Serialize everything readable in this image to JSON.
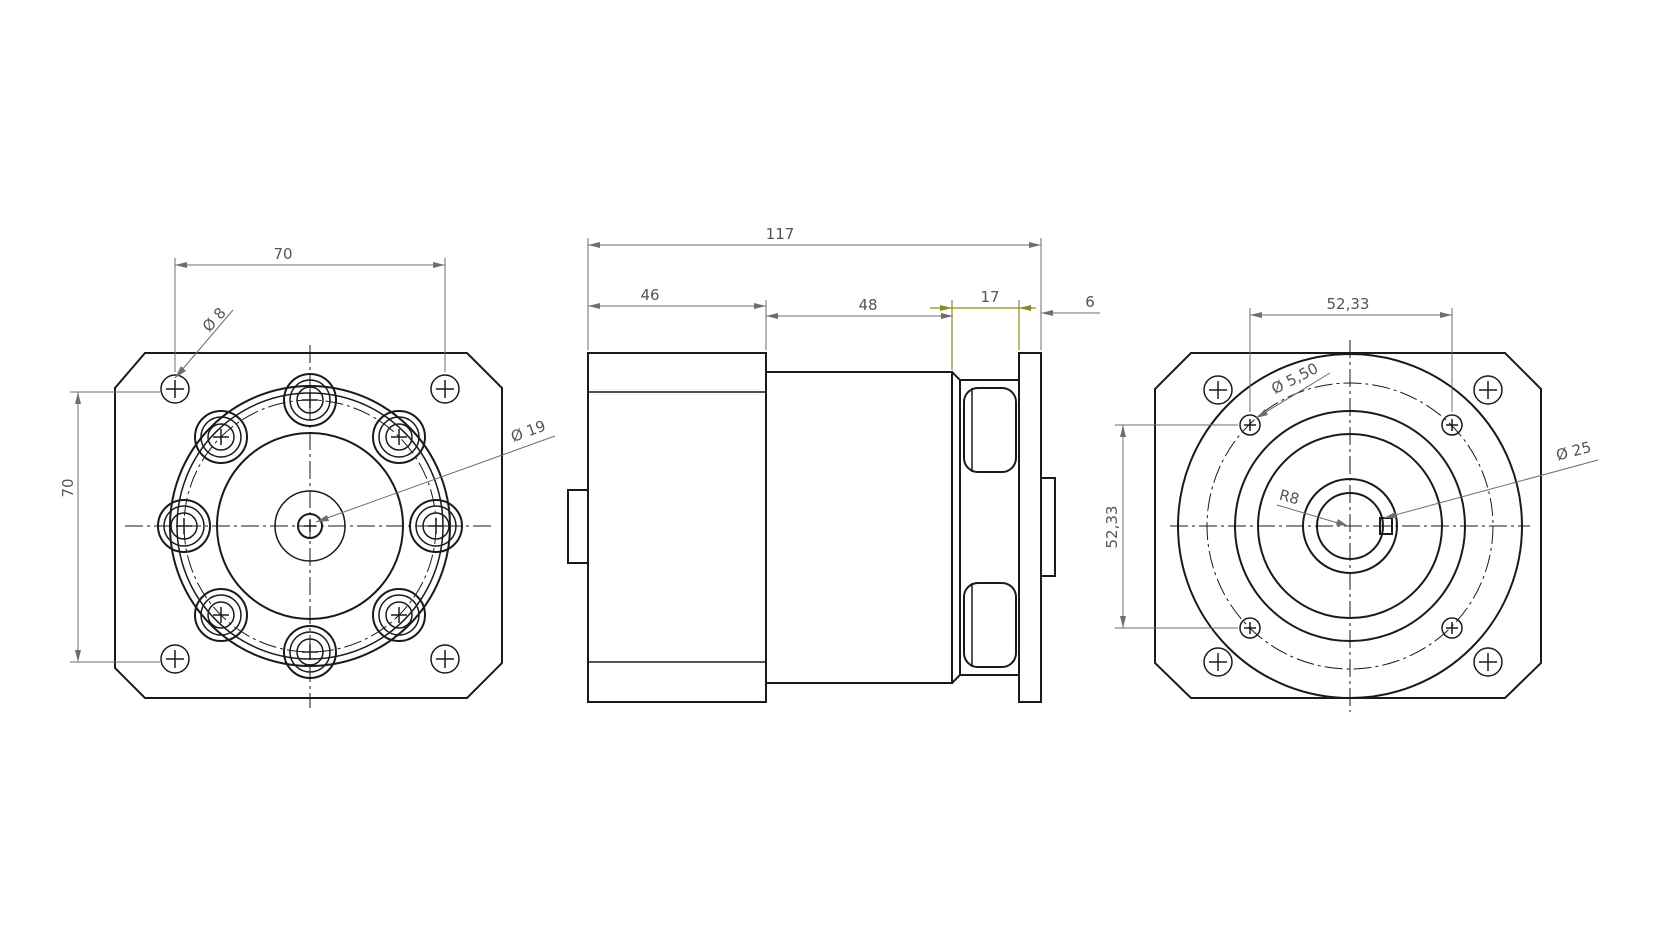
{
  "front_view": {
    "dim_bolt_spacing_h": "70",
    "dim_bolt_spacing_v": "70",
    "dim_bolt_hole": "Ø 8",
    "dim_shaft": "Ø 19"
  },
  "side_view": {
    "dim_total_length": "117",
    "dim_motor_section": "46",
    "dim_body_section": "48",
    "dim_neck": "17",
    "dim_flange": "6"
  },
  "rear_view": {
    "dim_hole_spacing_h": "52,33",
    "dim_hole_spacing_v": "52,33",
    "dim_hole": "Ø 5,50",
    "dim_outer": "Ø 25",
    "dim_radius": "R8"
  }
}
